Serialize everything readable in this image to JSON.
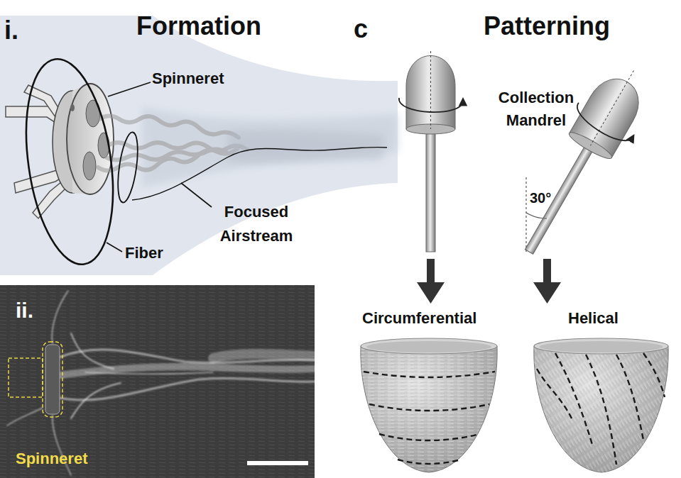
{
  "diagram": {
    "labels": [
      "i.",
      "Formation",
      "c",
      "Patterning",
      "Spinneret",
      "Collection Mandrel",
      "30°",
      "Focused Airstream",
      "Fiber",
      "ii.",
      "Circumferential",
      "Helical",
      "Spinneret"
    ]
  }
}
